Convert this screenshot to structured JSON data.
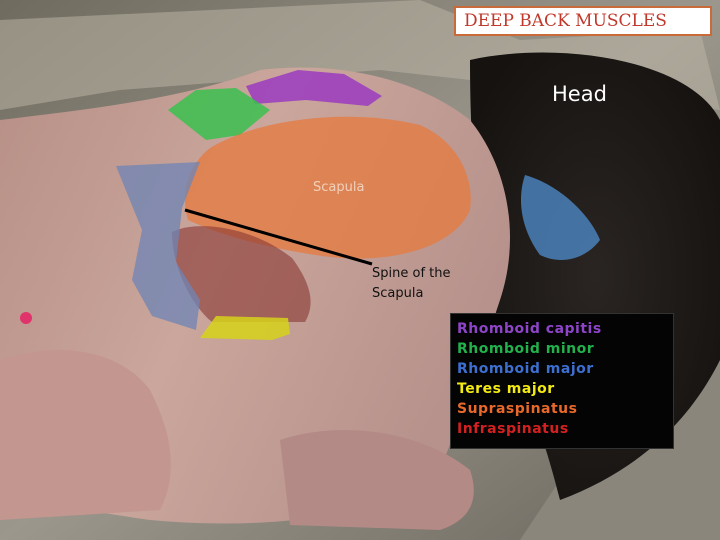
{
  "slide": {
    "title": "DEEP BACK MUSCLES"
  },
  "labels": {
    "head": "Head",
    "scapula": "Scapula",
    "spine_line1": "Spine of the",
    "spine_line2": "Scapula"
  },
  "legend": [
    {
      "key": "rhomboid_capitis",
      "label": "Rhomboid capitis",
      "color": "#8e44c9"
    },
    {
      "key": "rhomboid_minor",
      "label": "Rhomboid minor",
      "color": "#22b24c"
    },
    {
      "key": "rhomboid_major",
      "label": "Rhomboid major",
      "color": "#3d6fd1"
    },
    {
      "key": "teres_major",
      "label": "Teres major",
      "color": "#f2ea12"
    },
    {
      "key": "supraspinatus",
      "label": "Supraspinatus",
      "color": "#e8692a"
    },
    {
      "key": "infraspinatus",
      "label": "Infraspinatus",
      "color": "#d42020"
    }
  ],
  "colors": {
    "title_text": "#c0392b",
    "title_border": "#c96a3a",
    "supraspinatus_overlay": "#e8783a",
    "infraspinatus_overlay": "#8b3a36",
    "rhomboid_major_overlay": "#6e84b6",
    "rhomboid_minor_overlay": "#3bbf4f",
    "rhomboid_capitis_overlay": "#9b3bbf",
    "teres_major_overlay": "#d6d21a"
  }
}
